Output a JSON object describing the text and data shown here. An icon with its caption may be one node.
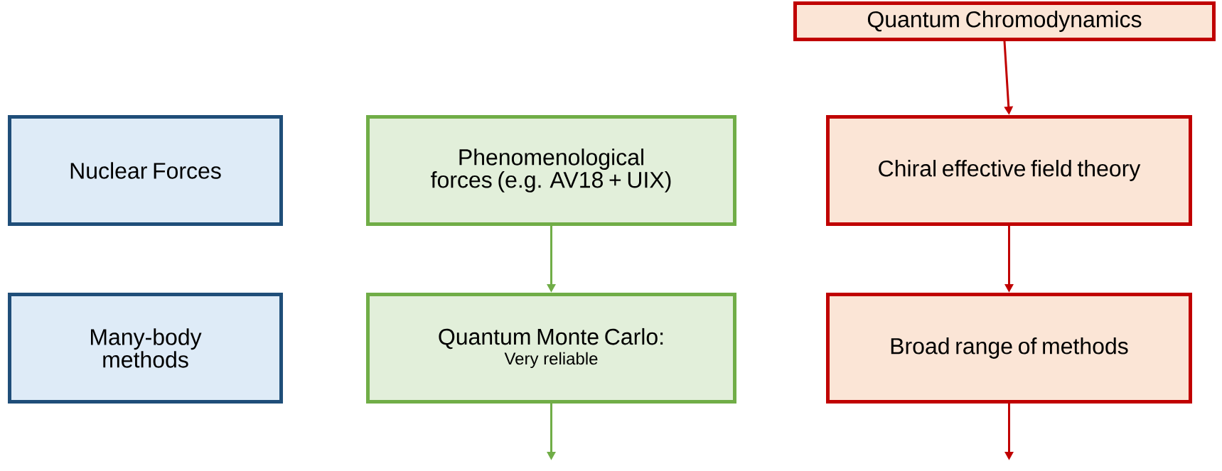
{
  "diagram": {
    "nodes": [
      {
        "text": [
          "Quantum Chromodynamics"
        ]
      },
      {
        "text": [
          "Nuclear Forces"
        ]
      },
      {
        "text": [
          "Phenomenological forces (e.g. AV18 + UIX)"
        ]
      },
      {
        "text": [
          "Chiral effective field theory"
        ]
      },
      {
        "text": [
          "Many-body methods"
        ]
      },
      {
        "text": [
          "Quantum Monte Carlo:",
          "Very reliable"
        ]
      },
      {
        "text": [
          "Broad range of methods"
        ]
      }
    ],
    "edges": [
      {
        "from": 0,
        "to": 3,
        "arrow": "to"
      },
      {
        "from": 2,
        "to": 5,
        "arrow": "to",
        "color": "#70ad47"
      },
      {
        "from": 3,
        "to": 6,
        "arrow": "to"
      },
      {
        "from": 5,
        "to": null,
        "arrow": "to",
        "color": "#70ad47"
      },
      {
        "from": 6,
        "to": null,
        "arrow": "to"
      }
    ]
  }
}
